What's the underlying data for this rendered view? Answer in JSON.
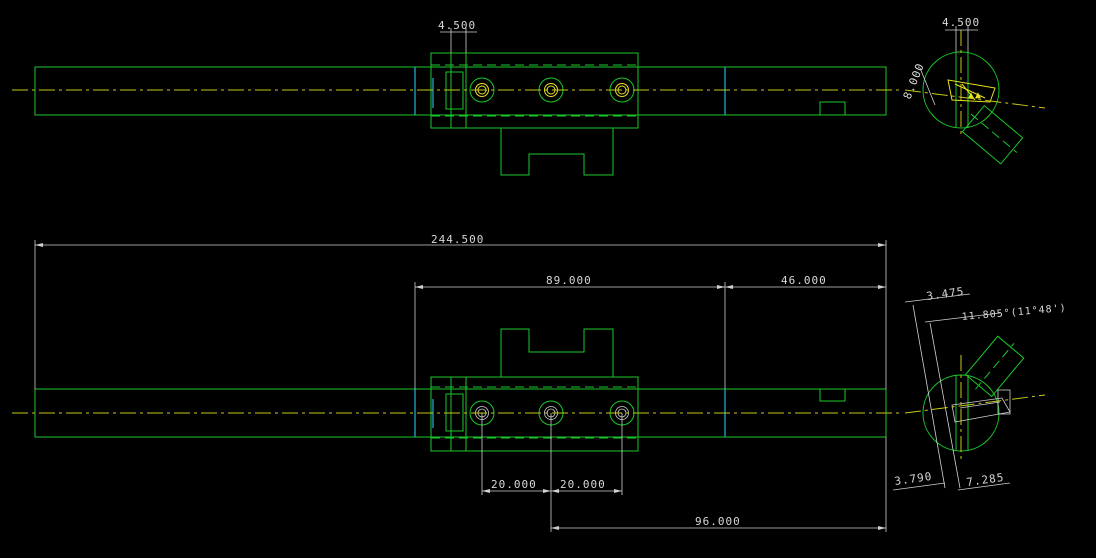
{
  "colors": {
    "background": "#000000",
    "outline": "#18c828",
    "center_line": "#c8c818",
    "hidden_edge": "#20b8d8",
    "dimension": "#d0d0d0",
    "highlight": "#e8e020"
  },
  "top_view": {
    "dim_slot_width": "4.500",
    "side_dim_width": "4.500",
    "side_dim_offset": "8.000"
  },
  "front_view": {
    "dim_overall_length": "244.500",
    "dim_mid_length": "89.000",
    "dim_right_length": "46.000",
    "dim_hole_pitch_1": "20.000",
    "dim_hole_pitch_2": "20.000",
    "dim_hole_to_end": "96.000"
  },
  "side_view": {
    "dim_top": "3.475",
    "dim_angle": "11.805°(11°48')",
    "dim_bottom_left": "3.790",
    "dim_bottom_right": "7.285"
  }
}
